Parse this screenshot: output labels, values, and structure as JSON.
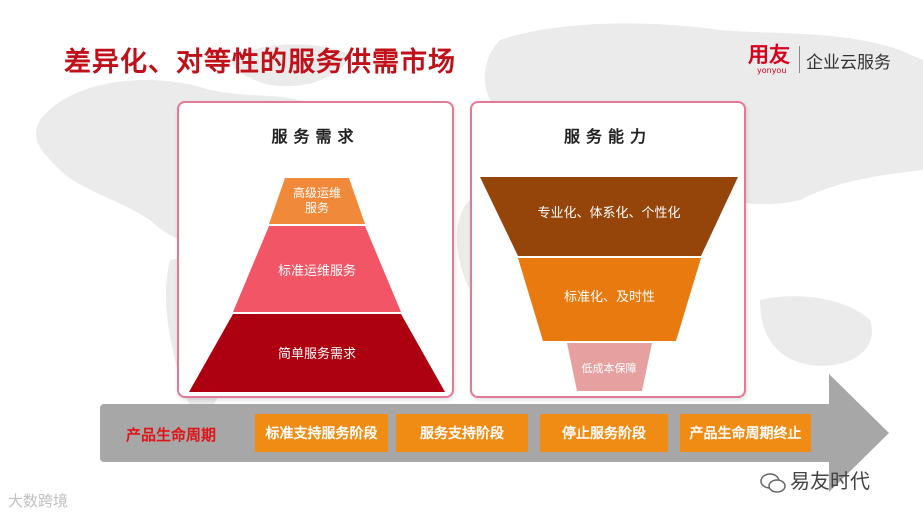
{
  "title": "差异化、对等性的服务供需市场",
  "brand": {
    "logo_text": "用友",
    "logo_sub": "yonyou",
    "product": "企业云服务",
    "color": "#d6001c"
  },
  "demand": {
    "heading": "服务需求",
    "levels": [
      {
        "lines": [
          "高级运维",
          "服务"
        ],
        "color": "#f08a3a"
      },
      {
        "lines": [
          "标准运维服务"
        ],
        "color": "#f25566"
      },
      {
        "lines": [
          "简单服务需求"
        ],
        "color": "#ad0010"
      }
    ]
  },
  "capability": {
    "heading": "服务能力",
    "levels": [
      {
        "lines": [
          "专业化、体系化、个性化"
        ],
        "color": "#95440a"
      },
      {
        "lines": [
          "标准化、及时性"
        ],
        "color": "#e87a10"
      },
      {
        "lines": [
          "低成本保障"
        ],
        "color": "#e7a0a0"
      }
    ]
  },
  "lifecycle": {
    "label": "产品生命周期",
    "stages": [
      "标准支持服务阶段",
      "服务支持阶段",
      "停止服务阶段",
      "产品生命周期终止"
    ],
    "stage_color": "#f08c14",
    "bar_color": "#a7a7a7"
  },
  "watermark_left": "大数跨境",
  "watermark_right": "易友时代"
}
